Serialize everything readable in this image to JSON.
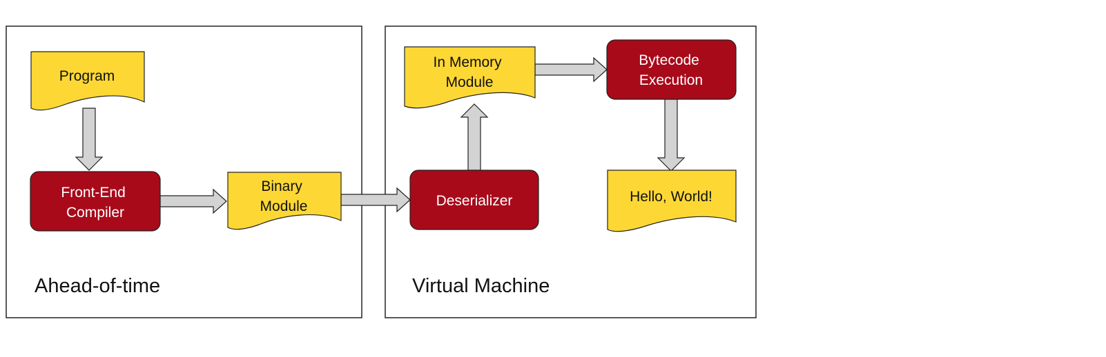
{
  "colors": {
    "document_fill": "#FDD835",
    "process_fill": "#A80A1A",
    "arrow_fill": "#D3D3D3",
    "outline": "#222222",
    "panel_border": "#222222"
  },
  "panels": {
    "ahead_of_time": {
      "title": "Ahead-of-time"
    },
    "virtual_machine": {
      "title": "Virtual Machine"
    }
  },
  "nodes": {
    "program": {
      "kind": "document",
      "lines": [
        "Program"
      ]
    },
    "front_end_compiler": {
      "kind": "process",
      "lines": [
        "Front-End",
        "Compiler"
      ]
    },
    "binary_module": {
      "kind": "document",
      "lines": [
        "Binary",
        "Module"
      ]
    },
    "deserializer": {
      "kind": "process",
      "lines": [
        "Deserializer"
      ]
    },
    "in_memory_module": {
      "kind": "document",
      "lines": [
        "In Memory",
        "Module"
      ]
    },
    "bytecode_execution": {
      "kind": "process",
      "lines": [
        "Bytecode",
        "Execution"
      ]
    },
    "hello_world": {
      "kind": "document",
      "lines": [
        "Hello, World!"
      ]
    }
  },
  "edges": [
    {
      "from": "program",
      "to": "front_end_compiler"
    },
    {
      "from": "front_end_compiler",
      "to": "binary_module"
    },
    {
      "from": "binary_module",
      "to": "deserializer"
    },
    {
      "from": "deserializer",
      "to": "in_memory_module"
    },
    {
      "from": "in_memory_module",
      "to": "bytecode_execution"
    },
    {
      "from": "bytecode_execution",
      "to": "hello_world"
    }
  ]
}
